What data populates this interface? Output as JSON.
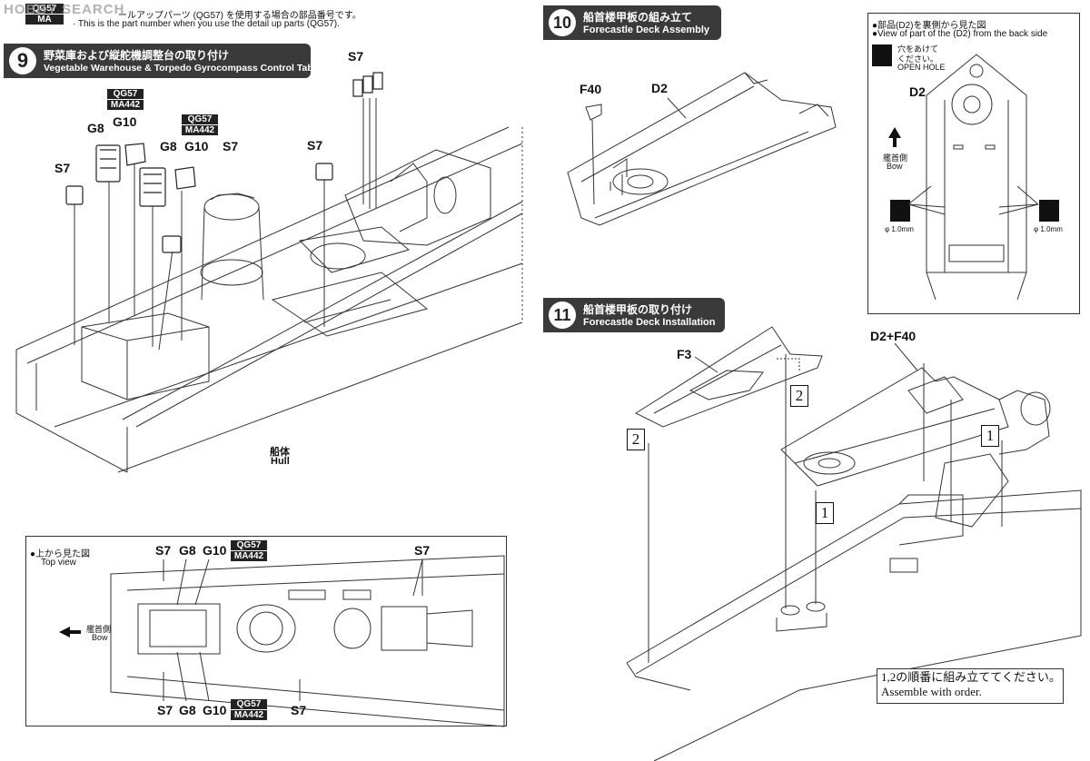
{
  "header": {
    "badge_top": "QG57",
    "badge_bottom": "MA",
    "watermark": "HOBBY SEARCH",
    "note_jp": "ールアップパーツ (QG57) を使用する場合の部品番号です。",
    "note_en": "· This is the part number when you use the detail up parts (QG57)."
  },
  "step9": {
    "number": "9",
    "title_jp": "野菜庫および縦舵機調整台の取り付け",
    "title_en": "Vegetable Warehouse & Torpedo Gyrocompass Control Table Installation",
    "labels": {
      "s7_top": "S7",
      "s7_mid": "S7",
      "s7_left": "S7",
      "s7_center": "S7",
      "g8_a": "G8",
      "g10_a": "G10",
      "g8_b": "G8",
      "g10_b": "G10"
    },
    "qg_a": [
      "QG57",
      "MA442"
    ],
    "qg_b": [
      "QG57",
      "MA442"
    ],
    "hull_jp": "船体",
    "hull_en": "Hull"
  },
  "topview": {
    "title_jp": "●上から見た図",
    "title_en": "Top view",
    "bow_jp": "艦首側",
    "bow_en": "Bow",
    "top_labels": [
      "S7",
      "G8",
      "G10"
    ],
    "top_qg": [
      "QG57",
      "MA442"
    ],
    "top_right": "S7",
    "bottom_labels": [
      "S7",
      "G8",
      "G10"
    ],
    "bottom_qg": [
      "QG57",
      "MA442"
    ],
    "bottom_right": "S7"
  },
  "step10": {
    "number": "10",
    "title_jp": "船首楼甲板の組み立て",
    "title_en": "Forecastle Deck Assembly",
    "labels": {
      "f40": "F40",
      "d2": "D2"
    }
  },
  "backview": {
    "title_jp": "●部品(D2)を裏側から見た図",
    "title_en": "●View of part of the (D2) from the back side",
    "hole_jp1": "穴をあけて",
    "hole_jp2": "ください。",
    "hole_en": "OPEN HOLE",
    "d2": "D2",
    "bow_jp": "艦首側",
    "bow_en": "Bow",
    "drill_left": "φ 1.0mm",
    "drill_right": "φ 1.0mm"
  },
  "step11": {
    "number": "11",
    "title_jp": "船首楼甲板の取り付け",
    "title_en": "Forecastle Deck Installation",
    "labels": {
      "f3": "F3",
      "d2f40": "D2+F40"
    },
    "nums": {
      "a": "2",
      "b": "2",
      "c": "1",
      "d": "1"
    },
    "order_jp": "1,2の順番に組み立ててください。",
    "order_en": "Assemble with order."
  }
}
